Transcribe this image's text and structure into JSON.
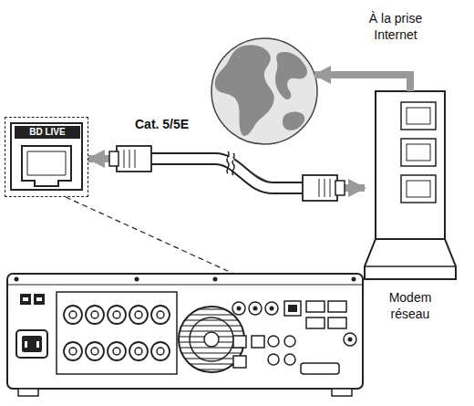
{
  "diagram": {
    "nodes": [
      {
        "text": [
          "BD LIVE"
        ]
      },
      {
        "text": [
          "À la prise Internet"
        ]
      },
      {
        "text": [
          "Modem réseau"
        ]
      }
    ],
    "edges": [
      {
        "from": 2,
        "to": 0,
        "arrow": "both",
        "label": "Cat. 5/5E"
      },
      {
        "from": 2,
        "to": 1,
        "arrow": "to"
      }
    ]
  }
}
